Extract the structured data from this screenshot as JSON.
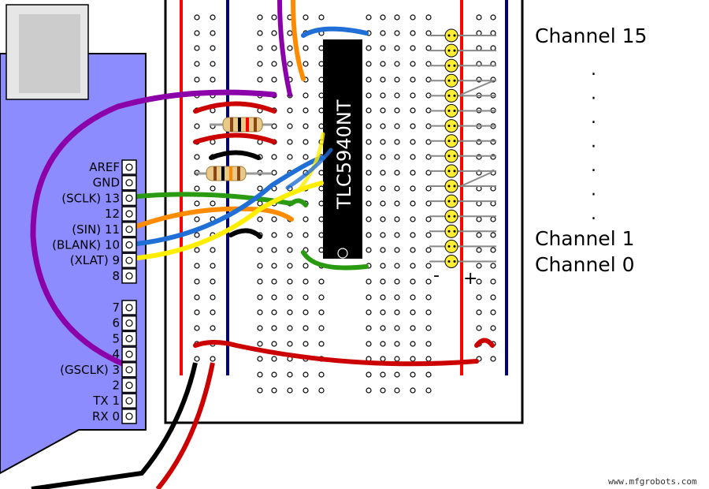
{
  "colors": {
    "board": "#8c8cff",
    "rail_red": "#ff0000",
    "rail_blue": "#000080",
    "chip": "#000000",
    "led": "#ffee33",
    "wire_purple": "#8b00a8",
    "wire_orange": "#ff8c00",
    "wire_blue": "#1f6fd6",
    "wire_green": "#2a9a10",
    "wire_yellow": "#ffee00",
    "wire_red": "#cc0000",
    "wire_black": "#000000"
  },
  "arduino": {
    "pins_top": [
      {
        "label": "AREF"
      },
      {
        "label": "GND"
      },
      {
        "label": "(SCLK) 13"
      },
      {
        "label": "12"
      },
      {
        "label": "(SIN) 11"
      },
      {
        "label": "(BLANK) 10"
      },
      {
        "label": "(XLAT)  9"
      },
      {
        "label": "8"
      }
    ],
    "pins_bottom": [
      {
        "label": "7"
      },
      {
        "label": "6"
      },
      {
        "label": "5"
      },
      {
        "label": "4"
      },
      {
        "label": "(GSCLK)  3"
      },
      {
        "label": "2"
      },
      {
        "label": "TX 1"
      },
      {
        "label": "RX 0"
      }
    ]
  },
  "chip": {
    "label": "TLC5940NT"
  },
  "rail_signs": {
    "minus": "-",
    "plus": "+"
  },
  "channels": {
    "top": "Channel 15",
    "ellipsis": ".",
    "ch1": "Channel  1",
    "ch0": "Channel  0"
  },
  "credit": "www.mfgrobots.com"
}
